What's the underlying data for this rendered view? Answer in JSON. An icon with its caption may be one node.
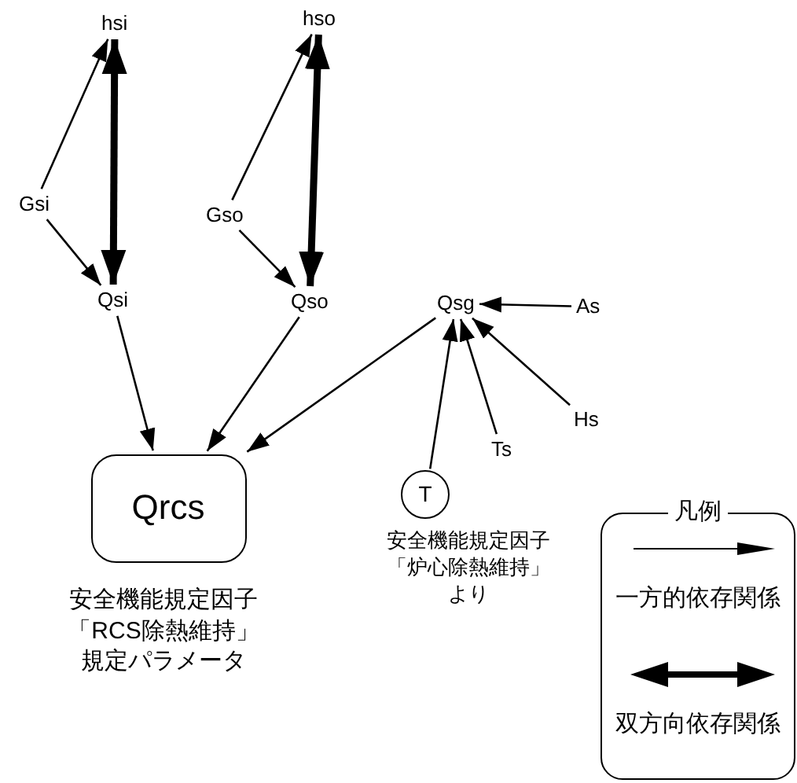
{
  "diagram": {
    "nodes": [
      {
        "text": [
          "hsi"
        ]
      },
      {
        "text": [
          "hso"
        ]
      },
      {
        "text": [
          "Gsi"
        ]
      },
      {
        "text": [
          "Gso"
        ]
      },
      {
        "text": [
          "Qsi"
        ]
      },
      {
        "text": [
          "Qso"
        ]
      },
      {
        "text": [
          "Qsg"
        ]
      },
      {
        "text": [
          "As"
        ]
      },
      {
        "text": [
          "Ts"
        ]
      },
      {
        "text": [
          "Hs"
        ]
      },
      {
        "text": [
          "T"
        ],
        "beside": [
          "安全機能規定因子「炉心除熱維持」より"
        ]
      },
      {
        "text": [
          "Qrcs"
        ],
        "beside": [
          "安全機能規定因子「RCS除熱維持」規定パラメータ"
        ]
      },
      {
        "text": [
          "凡例"
        ]
      }
    ],
    "edges": [
      {
        "from": 2,
        "to": 0,
        "arrow": "to"
      },
      {
        "from": 0,
        "to": 4,
        "arrow": "both",
        "style": "thick"
      },
      {
        "from": 2,
        "to": 4,
        "arrow": "to"
      },
      {
        "from": 3,
        "to": 1,
        "arrow": "to"
      },
      {
        "from": 1,
        "to": 5,
        "arrow": "both",
        "style": "thick"
      },
      {
        "from": 3,
        "to": 5,
        "arrow": "to"
      },
      {
        "from": 4,
        "to": 11,
        "arrow": "to"
      },
      {
        "from": 5,
        "to": 11,
        "arrow": "to"
      },
      {
        "from": 6,
        "to": 11,
        "arrow": "to"
      },
      {
        "from": 7,
        "to": 6,
        "arrow": "to"
      },
      {
        "from": 10,
        "to": 6,
        "arrow": "to"
      },
      {
        "from": 8,
        "to": 6,
        "arrow": "to"
      },
      {
        "from": 9,
        "to": 6,
        "arrow": "to"
      }
    ],
    "legend": [
      {
        "text": "一方的依存関係"
      },
      {
        "text": "双方向依存関係"
      }
    ]
  }
}
